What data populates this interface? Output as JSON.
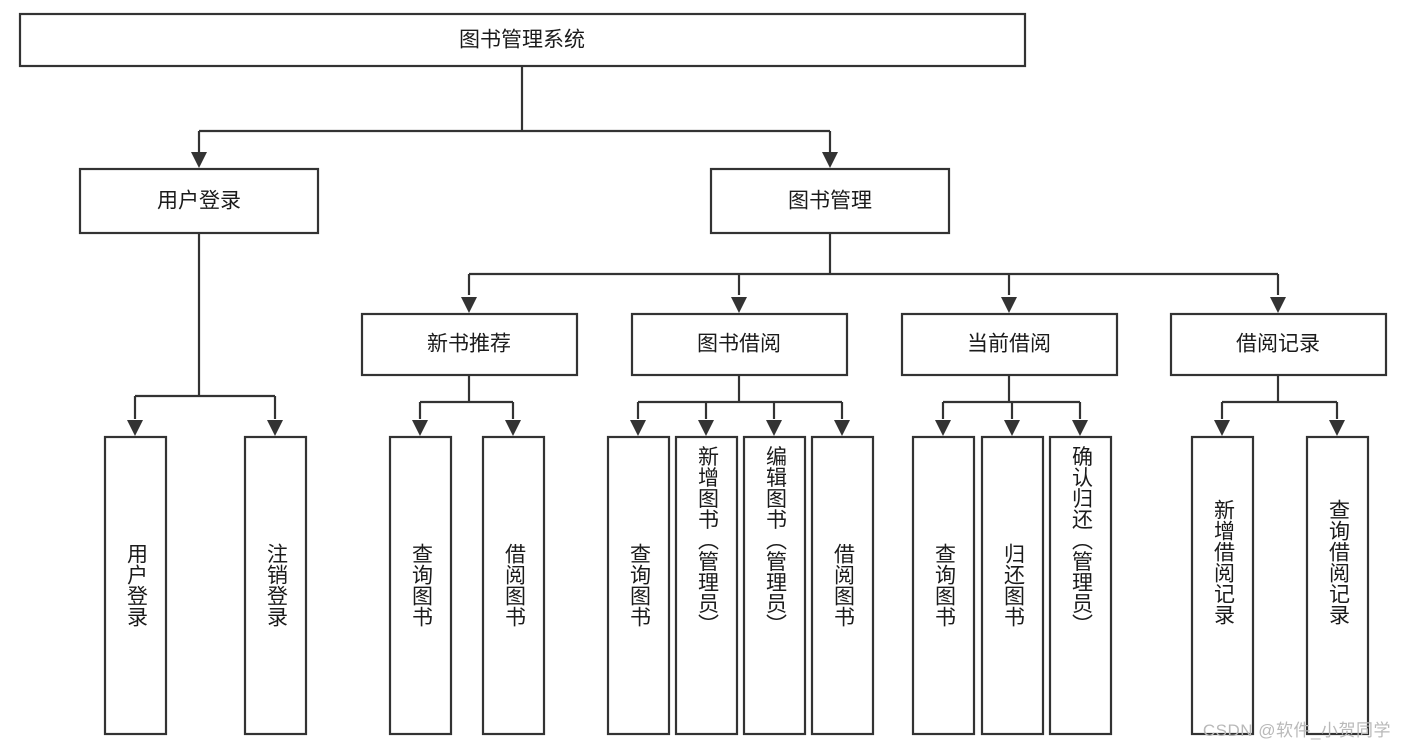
{
  "diagram": {
    "type": "tree-flowchart",
    "title": "图书管理系统",
    "orientation": "top-down",
    "watermark": "CSDN @软件_小贺同学",
    "colors": {
      "box_stroke": "#333333",
      "box_fill": "#ffffff",
      "text": "#1b1b1b",
      "background": "#ffffff",
      "watermark": "#b9b9b9"
    },
    "nodes": {
      "root": {
        "label": "图书管理系统",
        "level": 0,
        "orientation": "horizontal"
      },
      "l1": [
        {
          "id": "user-login",
          "label": "用户登录",
          "level": 1,
          "orientation": "horizontal"
        },
        {
          "id": "book-manage",
          "label": "图书管理",
          "level": 1,
          "orientation": "horizontal"
        }
      ],
      "l2": [
        {
          "id": "new-book-rec",
          "label": "新书推荐",
          "level": 2,
          "orientation": "horizontal",
          "parent": "book-manage"
        },
        {
          "id": "book-borrow",
          "label": "图书借阅",
          "level": 2,
          "orientation": "horizontal",
          "parent": "book-manage"
        },
        {
          "id": "current-borrow",
          "label": "当前借阅",
          "level": 2,
          "orientation": "horizontal",
          "parent": "book-manage"
        },
        {
          "id": "borrow-record",
          "label": "借阅记录",
          "level": 2,
          "orientation": "horizontal",
          "parent": "book-manage"
        }
      ],
      "leaves": [
        {
          "id": "leaf-user-login",
          "label": "用户登录",
          "parent": "user-login",
          "orientation": "vertical"
        },
        {
          "id": "leaf-user-logout",
          "label": "注销登录",
          "parent": "user-login",
          "orientation": "vertical"
        },
        {
          "id": "leaf-query-book-1",
          "label": "查询图书",
          "parent": "new-book-rec",
          "orientation": "vertical"
        },
        {
          "id": "leaf-borrow-book-1",
          "label": "借阅图书",
          "parent": "new-book-rec",
          "orientation": "vertical"
        },
        {
          "id": "leaf-query-book-2",
          "label": "查询图书",
          "parent": "book-borrow",
          "orientation": "vertical"
        },
        {
          "id": "leaf-add-book",
          "label": "新增图书（管理员）",
          "parent": "book-borrow",
          "orientation": "vertical"
        },
        {
          "id": "leaf-edit-book",
          "label": "编辑图书（管理员）",
          "parent": "book-borrow",
          "orientation": "vertical"
        },
        {
          "id": "leaf-borrow-book-2",
          "label": "借阅图书",
          "parent": "book-borrow",
          "orientation": "vertical"
        },
        {
          "id": "leaf-query-book-3",
          "label": "查询图书",
          "parent": "current-borrow",
          "orientation": "vertical"
        },
        {
          "id": "leaf-return-book",
          "label": "归还图书",
          "parent": "current-borrow",
          "orientation": "vertical"
        },
        {
          "id": "leaf-confirm-return",
          "label": "确认归还（管理员）",
          "parent": "current-borrow",
          "orientation": "vertical"
        },
        {
          "id": "leaf-add-record",
          "label": "新增借阅记录",
          "parent": "borrow-record",
          "orientation": "vertical"
        },
        {
          "id": "leaf-query-record",
          "label": "查询借阅记录",
          "parent": "borrow-record",
          "orientation": "vertical"
        }
      ]
    }
  }
}
